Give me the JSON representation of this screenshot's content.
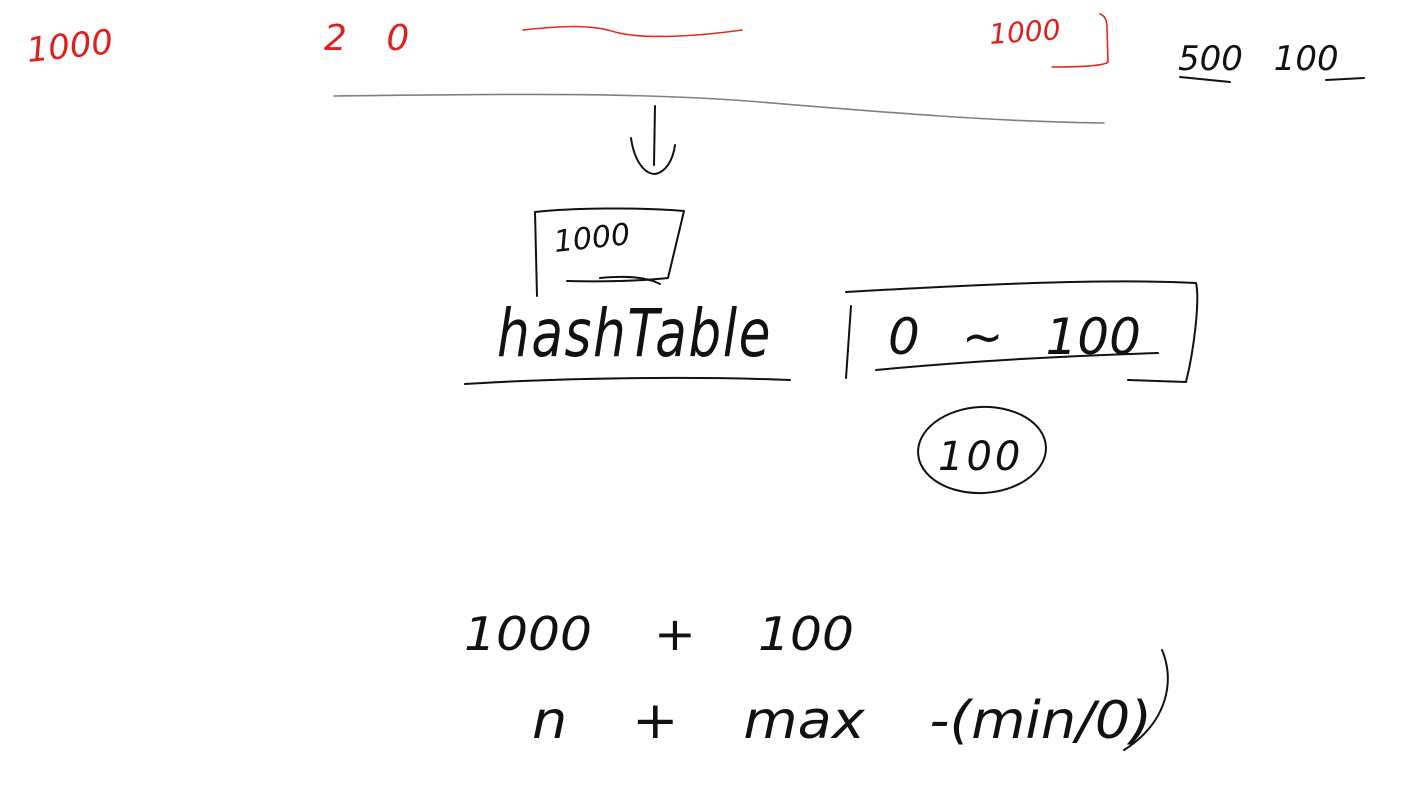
{
  "colors": {
    "background": "#ffffff",
    "ink_red": "#e02a22",
    "ink_black": "#111111",
    "ink_gray": "#808080"
  },
  "notes": {
    "top_left_red": "1000",
    "top_red_zero": "2 0",
    "top_right_red": "1000",
    "top_far_right": "500 100",
    "hash_box_count": "1000",
    "hash_table_label": "hashTable",
    "range_label": "0 ~ 100",
    "circled_value": "100",
    "sum_expression": "1000 + 100",
    "formula": "n + max -(min/0)"
  },
  "icons": {
    "arrow": "down-arrow-icon"
  }
}
